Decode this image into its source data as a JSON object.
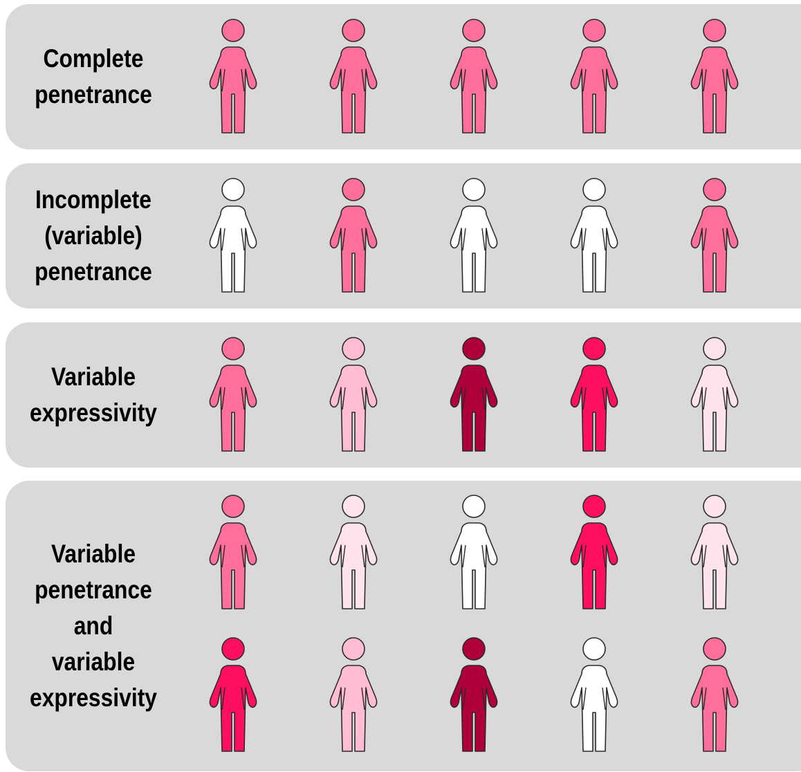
{
  "colors": {
    "panel_bg": "#d9d9d9",
    "outline": "#2b2b2b",
    "levels": {
      "none": "#ffffff",
      "very_light": "#ffe3ec",
      "light": "#ffbcd3",
      "medium": "#ff6f9b",
      "strong": "#ff0f5f",
      "severe": "#b0003a"
    }
  },
  "rows": [
    {
      "label_lines": [
        "Complete",
        "penetrance"
      ],
      "figures": [
        [
          "medium",
          "medium",
          "medium",
          "medium",
          "medium"
        ]
      ]
    },
    {
      "label_lines": [
        "Incomplete",
        "(variable)",
        "penetrance"
      ],
      "figures": [
        [
          "none",
          "medium",
          "none",
          "none",
          "medium"
        ]
      ]
    },
    {
      "label_lines": [
        "Variable",
        "expressivity"
      ],
      "figures": [
        [
          "medium",
          "light",
          "severe",
          "strong",
          "very_light"
        ]
      ]
    },
    {
      "label_lines": [
        "Variable",
        "penetrance",
        "and",
        "variable",
        "expressivity"
      ],
      "figures": [
        [
          "medium",
          "very_light",
          "none",
          "strong",
          "very_light"
        ],
        [
          "strong",
          "light",
          "severe",
          "none",
          "medium"
        ]
      ]
    }
  ]
}
